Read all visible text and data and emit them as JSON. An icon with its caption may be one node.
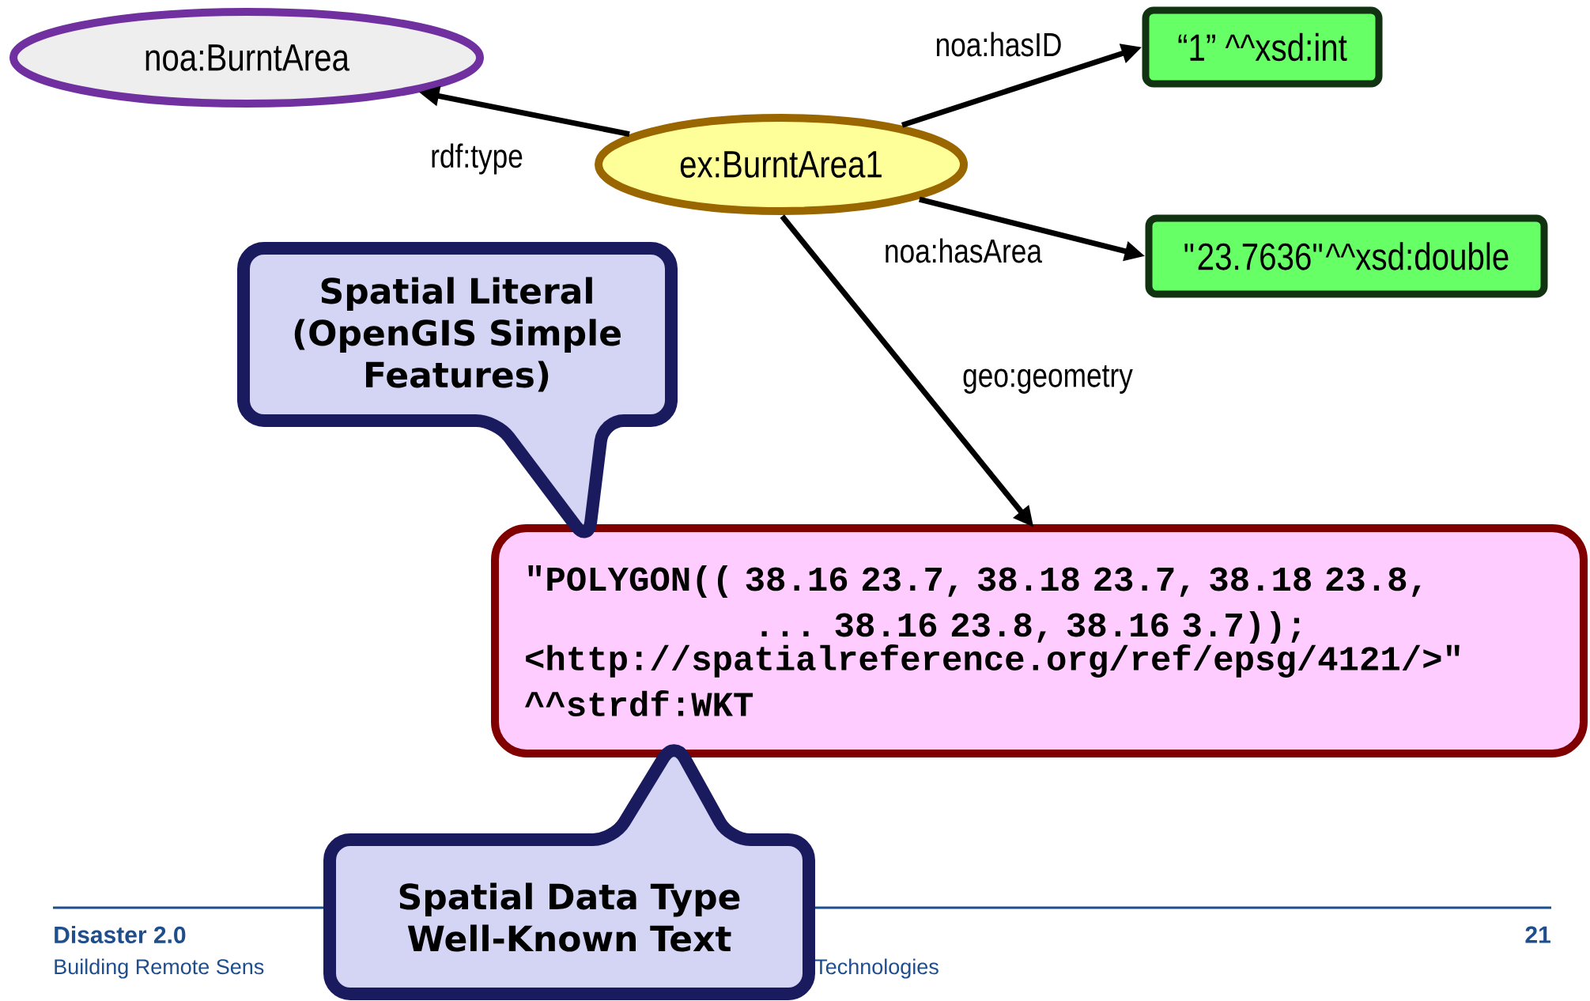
{
  "diagram": {
    "nodes": [
      {
        "text": [
          "noa:BurntArea"
        ]
      },
      {
        "text": [
          "ex:BurntArea1"
        ]
      },
      {
        "text": [
          "“1” ^^xsd:int"
        ]
      },
      {
        "text": [
          "\"23.7636\"^^xsd:double"
        ]
      },
      {
        "text": [
          "Spatial Literal (OpenGIS Simple Features)"
        ]
      },
      {
        "text": [
          "\"POLYGON(( 38.16 23.7, 38.18 23.7, 38.18 23.8, ... 38.16 23.8, 38.16 3.7));",
          "<http://spatialreference.org/ref/epsg/4121/>\"",
          "^^strdf:WKT"
        ]
      },
      {
        "text": [
          "Spatial Data Type Well-Known Text"
        ]
      }
    ],
    "edges": [
      {
        "from": 1,
        "to": 0,
        "arrow": "to",
        "label": "rdf:type"
      },
      {
        "from": 1,
        "to": 2,
        "arrow": "to",
        "label": "noa:hasID"
      },
      {
        "from": 1,
        "to": 3,
        "arrow": "to",
        "label": "noa:hasArea"
      },
      {
        "from": 1,
        "to": 5,
        "arrow": "to",
        "label": "geo:geometry"
      }
    ],
    "labels": [
      "Disaster 2.0",
      "Building Remote Sens",
      "Technologies",
      "21"
    ]
  }
}
